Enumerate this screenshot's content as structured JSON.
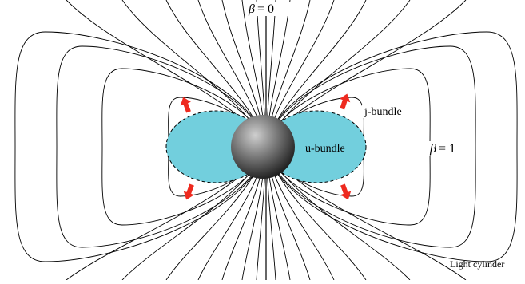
{
  "labels": {
    "beta_zero": {
      "symbol": "β",
      "value": "= 0"
    },
    "beta_one": {
      "symbol": "β",
      "value": "= 1"
    },
    "j_bundle": "j-bundle",
    "u_bundle": "u-bundle",
    "light_cylinder": "Light cylinder"
  },
  "colors": {
    "bundle_fill": "#72cfdd",
    "arrow": "#ee2a1f",
    "lines": "#000000",
    "star_light": "#c8c8c8",
    "star_dark": "#141414"
  },
  "elements": {
    "star": "neutron-star-sphere",
    "arrows": [
      "arrow-up-left",
      "arrow-up-right",
      "arrow-down-left",
      "arrow-down-right"
    ]
  }
}
